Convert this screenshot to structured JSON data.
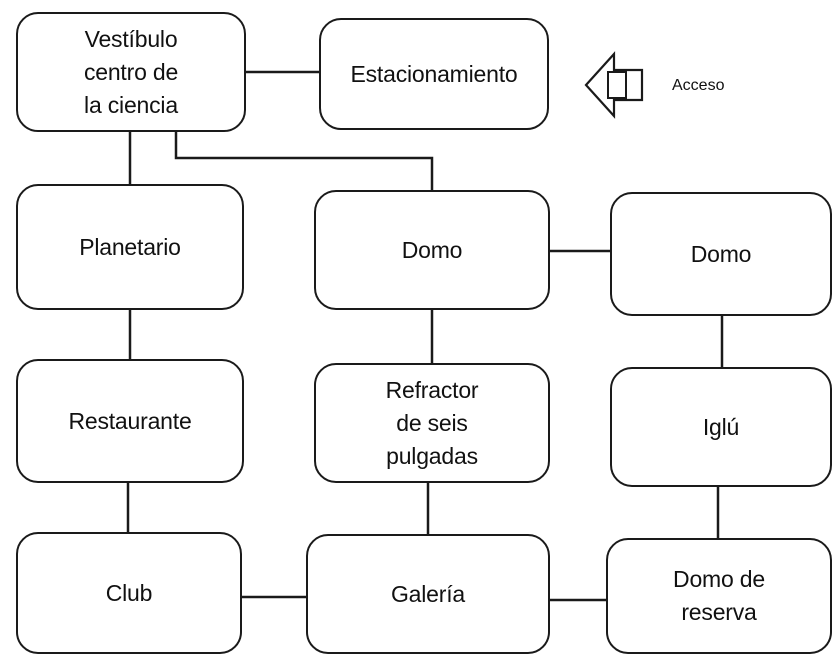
{
  "nodes": {
    "vestibulo": "Vestíbulo\ncentro de\nla ciencia",
    "estacionamiento": "Estacionamiento",
    "planetario": "Planetario",
    "domo1": "Domo",
    "domo2": "Domo",
    "restaurante": "Restaurante",
    "refractor": "Refractor\nde seis\npulgadas",
    "iglu": "Iglú",
    "club": "Club",
    "galeria": "Galería",
    "domo_reserva": "Domo de\nreserva"
  },
  "access": {
    "label": "Acceso",
    "icon": "arrow-left-icon"
  },
  "edges": [
    [
      "vestibulo",
      "estacionamiento"
    ],
    [
      "vestibulo",
      "planetario"
    ],
    [
      "vestibulo",
      "domo1"
    ],
    [
      "domo1",
      "domo2"
    ],
    [
      "planetario",
      "restaurante"
    ],
    [
      "domo1",
      "refractor"
    ],
    [
      "domo2",
      "iglu"
    ],
    [
      "restaurante",
      "club"
    ],
    [
      "refractor",
      "galeria"
    ],
    [
      "iglu",
      "domo_reserva"
    ],
    [
      "club",
      "galeria"
    ],
    [
      "galeria",
      "domo_reserva"
    ]
  ],
  "colors": {
    "stroke": "#1a1a1a",
    "background": "#ffffff"
  }
}
